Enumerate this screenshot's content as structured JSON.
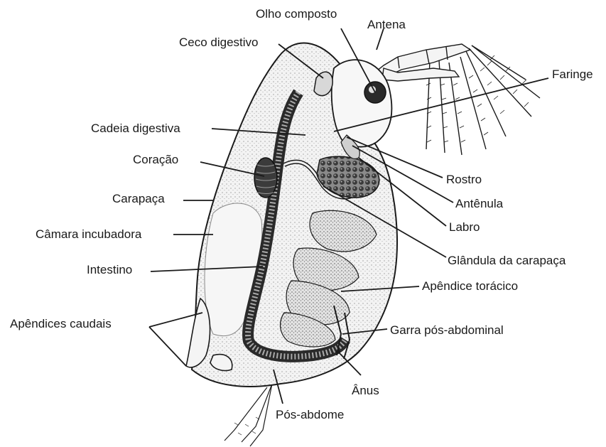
{
  "diagram": {
    "subject": "Daphnia (pulga-d'água) anatomy",
    "colors": {
      "ink": "#1a1a1a",
      "body_fill": "#f1f1f1",
      "shade": "#d2d2d2",
      "background": "#ffffff"
    },
    "labels": {
      "olho_composto": "Olho composto",
      "antena": "Antena",
      "ceco_digestivo": "Ceco digestivo",
      "faringe": "Faringe",
      "cadeia_digestiva": "Cadeia digestiva",
      "coracao": "Coração",
      "carapaca": "Carapaça",
      "camara_incubadora": "Câmara incubadora",
      "intestino": "Intestino",
      "apendices_caudais": "Apêndices caudais",
      "rostro": "Rostro",
      "antenula": "Antênula",
      "labro": "Labro",
      "glandula_carapaca": "Glândula da carapaça",
      "apendice_toracico": "Apêndice torácico",
      "garra_pos_abdominal": "Garra pós-abdominal",
      "anus": "Ânus",
      "pos_abdome": "Pós-abdome"
    }
  }
}
